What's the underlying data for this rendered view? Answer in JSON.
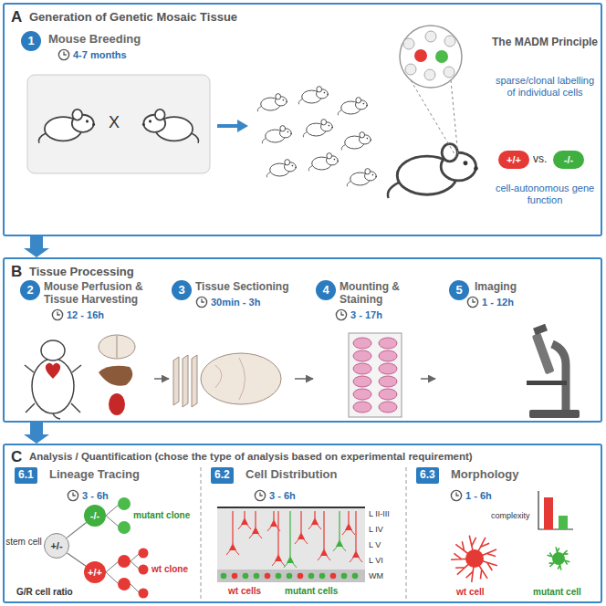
{
  "diagram": {
    "nodes": [
      {
        "text": [
          "A",
          "Generation of Genetic Mosaic Tissue"
        ]
      },
      {
        "text": [
          "1",
          "Mouse Breeding",
          "4-7 months"
        ],
        "in": 0
      },
      {
        "text": [
          "+/+"
        ],
        "in": 0
      },
      {
        "text": [
          "-/-"
        ],
        "in": 0
      },
      {
        "text": [
          "B",
          "Tissue Processing"
        ]
      },
      {
        "text": [
          "2",
          "Mouse Perfusion & Tissue Harvesting",
          "12 - 16h"
        ],
        "in": 4
      },
      {
        "text": [
          "3",
          "Tissue Sectioning",
          "30min - 3h"
        ],
        "in": 4
      },
      {
        "text": [
          "4",
          "Mounting & Staining",
          "3 - 17h"
        ],
        "in": 4
      },
      {
        "text": [
          "5",
          "Imaging",
          "1 - 12h"
        ],
        "in": 4
      },
      {
        "text": [
          "C",
          "Analysis / Quantification (chose the type of analysis based on experimental requirement)"
        ]
      },
      {
        "text": [
          "6.1",
          "Lineage Tracing",
          "3 - 6h"
        ],
        "in": 9
      },
      {
        "text": [
          "+/-"
        ],
        "in": 10
      },
      {
        "text": [
          "-/-"
        ],
        "in": 10
      },
      {
        "text": [
          "+/+"
        ],
        "in": 10
      },
      {
        "text": [
          "6.2",
          "Cell Distribution",
          "3 - 6h"
        ],
        "in": 9
      },
      {
        "text": [
          "6.3",
          "Morphology",
          "1 - 6h"
        ],
        "in": 9
      }
    ],
    "edges": [
      {
        "from": 0,
        "to": 4,
        "arrow": "to"
      },
      {
        "from": 4,
        "to": 9,
        "arrow": "to"
      },
      {
        "from": 5,
        "to": 6,
        "arrow": "to"
      },
      {
        "from": 6,
        "to": 7,
        "arrow": "to"
      },
      {
        "from": 7,
        "to": 8,
        "arrow": "to"
      },
      {
        "from": 11,
        "to": 12,
        "arrow": "none"
      },
      {
        "from": 11,
        "to": 13,
        "arrow": "none"
      }
    ],
    "labels": [
      "X",
      "The MADM Principle",
      "sparse/clonal labelling of individual cells",
      "vs.",
      "cell-autonomous gene function",
      "stem cell",
      "mutant clone",
      "wt clone",
      "G/R cell ratio",
      "L II-III",
      "L IV",
      "L V",
      "L VI",
      "WM",
      "wt cells",
      "mutant cells",
      "complexity",
      "wt cell",
      "mutant cell"
    ]
  }
}
